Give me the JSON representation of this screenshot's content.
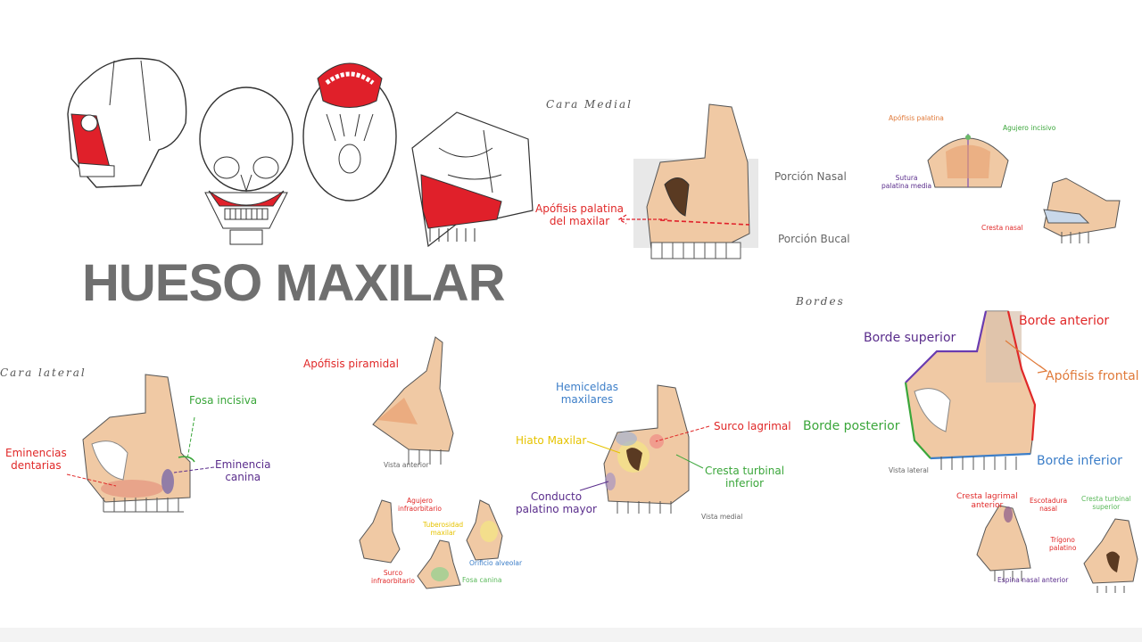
{
  "title": "HUESO MAXILAR",
  "sections": {
    "medial": "Cara Medial",
    "bordes": "Bordes",
    "lateral": "Cara lateral"
  },
  "medial": {
    "apofisis_palatina_1": "Apófisis palatina",
    "apofisis_palatina_2": "del maxilar",
    "porcion_nasal": "Porción Nasal",
    "porcion_bucal": "Porción Bucal"
  },
  "top_right": {
    "apofisis_palatina": "Apófisis palatina",
    "agujero_incisivo": "Agujero incisivo",
    "sutura_1": "Sutura",
    "sutura_2": "palatina media",
    "cresta_nasal": "Cresta nasal"
  },
  "lateral": {
    "fosa_incisiva": "Fosa incisiva",
    "eminencias_1": "Eminencias",
    "eminencias_2": "dentarias",
    "eminencia_canina_1": "Eminencia",
    "eminencia_canina_2": "canina"
  },
  "piramidal": {
    "apofisis_piramidal": "Apófisis piramidal",
    "vista": "Vista anterior"
  },
  "small_mid": {
    "agujero_1": "Agujero",
    "agujero_2": "infraorbitario",
    "tuberosidad_1": "Tuberosidad",
    "tuberosidad_2": "maxilar",
    "orificio": "Orificio alveolar",
    "surco_1": "Surco",
    "surco_2": "infraorbitario",
    "fosa_canina": "Fosa canina"
  },
  "sinus": {
    "hemiceldas_1": "Hemiceldas",
    "hemiceldas_2": "maxilares",
    "hiato": "Hiato Maxilar",
    "surco_lagrimal": "Surco lagrimal",
    "cresta_turbinal_1": "Cresta turbinal",
    "cresta_turbinal_2": "inferior",
    "conducto_1": "Conducto",
    "conducto_2": "palatino mayor",
    "vista": "Vista medial"
  },
  "bordes": {
    "borde_superior": "Borde superior",
    "borde_anterior": "Borde anterior",
    "apofisis_frontal": "Apófisis frontal",
    "borde_posterior": "Borde posterior",
    "borde_inferior": "Borde inferior",
    "vista": "Vista lateral"
  },
  "bottom_right": {
    "cresta_lagrimal_1": "Cresta lagrimal",
    "cresta_lagrimal_2": "anterior",
    "escotadura_1": "Escotadura",
    "escotadura_2": "nasal",
    "cresta_turbinal_1": "Cresta turbinal",
    "cresta_turbinal_2": "superior",
    "trigono_1": "Trígono",
    "trigono_2": "palatino",
    "espina": "Espina nasal anterior"
  },
  "colors": {
    "bone": "#f0c9a4",
    "highlight_red": "#e0202a",
    "outline": "#444444"
  }
}
